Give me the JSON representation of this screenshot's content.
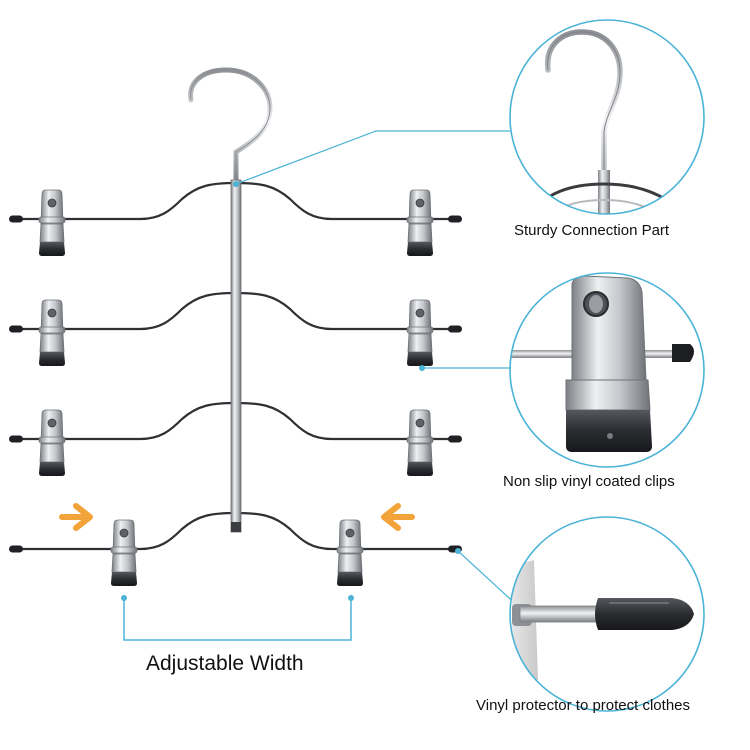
{
  "callouts": {
    "connection": "Sturdy Connection Part",
    "clips": "Non slip vinyl coated clips",
    "vinyl": "Vinyl protector to protect clothes"
  },
  "dimension_label": "Adjustable Width",
  "colors": {
    "callout_line": "#4bb3d6",
    "arrow": "#f2a33a",
    "metal": "#b9bcc0",
    "vinyl": "#2b2d31"
  }
}
